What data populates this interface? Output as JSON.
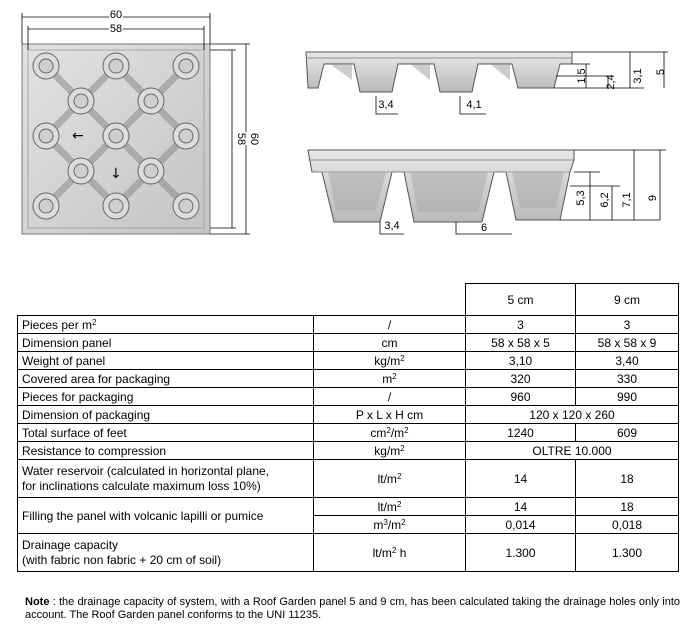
{
  "drawings": {
    "panel_top": {
      "dim_outer": "60",
      "dim_inner": "58"
    },
    "panel_side": {
      "dim_inner": "58",
      "dim_outer": "60"
    },
    "section_5cm": {
      "foot_width": "3,4",
      "gap_width": "4,1",
      "heights": [
        "1,5",
        "2,4",
        "3,1",
        "5"
      ]
    },
    "section_9cm": {
      "foot_width": "3,4",
      "gap_width": "6",
      "heights": [
        "5,3",
        "6,2",
        "7,1",
        "9"
      ]
    }
  },
  "table": {
    "headers": [
      "5 cm",
      "9 cm"
    ],
    "rows": [
      {
        "label": "Pieces per m",
        "label_sup": "2",
        "unit": "/",
        "v5": "3",
        "v9": "3"
      },
      {
        "label": "Dimension panel",
        "unit": "cm",
        "v5": "58 x 58 x 5",
        "v9": "58 x 58 x 9"
      },
      {
        "label": "Weight of panel",
        "unit": "kg/m",
        "unit_sup": "2",
        "v5": "3,10",
        "v9": "3,40"
      },
      {
        "label": "Covered area for packaging",
        "unit": "m",
        "unit_sup": "2",
        "v5": "320",
        "v9": "330"
      },
      {
        "label": "Pieces for packaging",
        "unit": "/",
        "v5": "960",
        "v9": "990"
      },
      {
        "label": "Dimension of packaging",
        "unit": "P x L x H cm",
        "merged": "120 x 120 x 260"
      },
      {
        "label": "Total surface of feet",
        "unit": "cm",
        "unit_sup": "2",
        "unit_suffix": "/m",
        "unit_suffix_sup": "2",
        "v5": "1240",
        "v9": "609"
      },
      {
        "label": "Resistance to compression",
        "unit": "kg/m",
        "unit_sup": "2",
        "merged": "OLTRE 10.000"
      },
      {
        "label_line1": "Water reservoir (calculated in horizontal plane,",
        "label_line2": "for inclinations calculate maximum loss 10%)",
        "unit": "lt/m",
        "unit_sup": "2",
        "v5": "14",
        "v9": "18"
      },
      {
        "label": "Filling the panel with volcanic lapilli or pumice",
        "unit_a": "lt/m",
        "unit_a_sup": "2",
        "v5a": "14",
        "v9a": "18",
        "unit_b": "m",
        "unit_b_sup": "3",
        "unit_b_suffix": "/m",
        "unit_b_suffix_sup": "2",
        "v5b": "0,014",
        "v9b": "0,018"
      },
      {
        "label_line1": "Drainage capacity",
        "label_line2": "(with fabric non fabric + 20 cm of soil)",
        "unit": "lt/m",
        "unit_sup": "2",
        "unit_suffix": " h",
        "v5": "1.300",
        "v9": "1.300"
      }
    ]
  },
  "note": {
    "label": "Note",
    "text": " : the drainage capacity of system, with a Roof Garden panel 5 and 9 cm, has been calculated taking the drainage holes only into account. The Roof Garden panel conforms to the  UNI 11235."
  }
}
